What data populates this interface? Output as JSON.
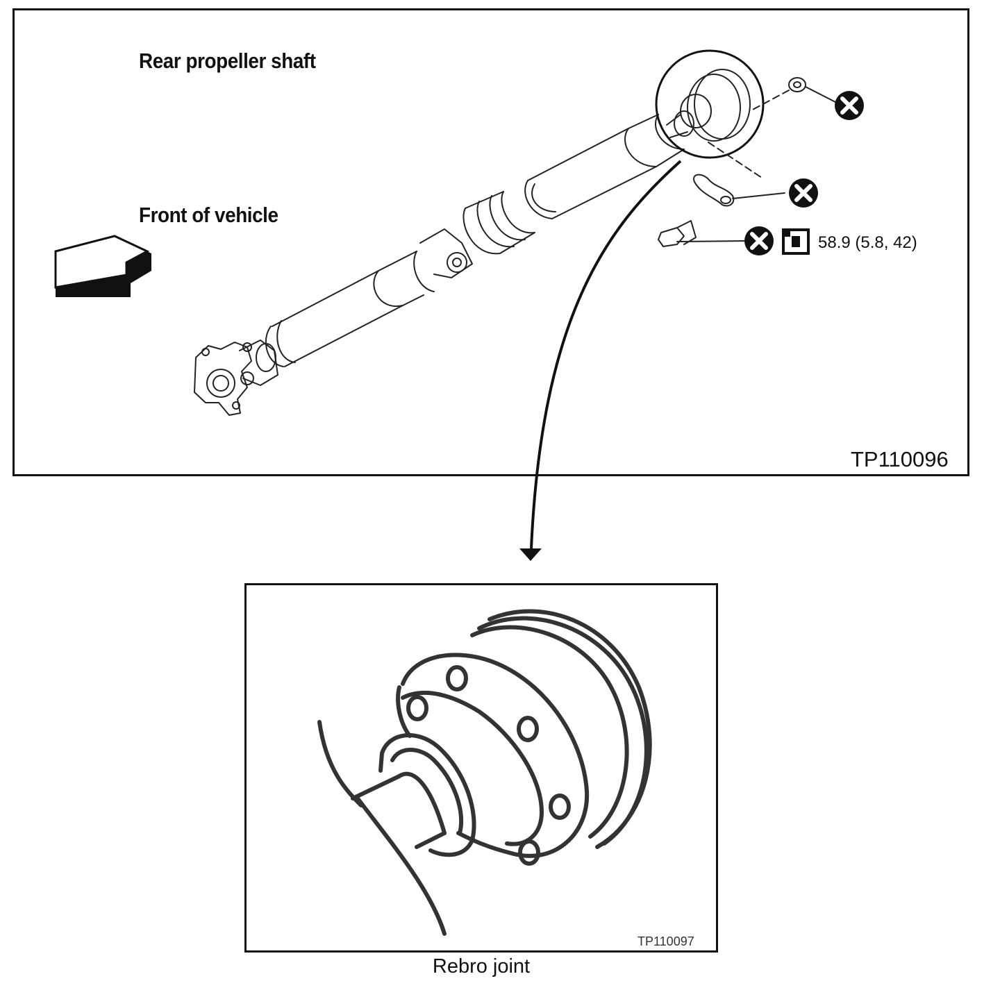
{
  "top_figure": {
    "title": "Rear propeller shaft",
    "front_label": "Front of vehicle",
    "torque_spec": "58.9 (5.8, 42)",
    "figure_code": "TP110096"
  },
  "detail_figure": {
    "figure_code": "TP110097",
    "caption": "Rebro joint"
  },
  "icons": [
    "front-arrow-icon",
    "replace-part-icon",
    "torque-wrench-icon"
  ]
}
